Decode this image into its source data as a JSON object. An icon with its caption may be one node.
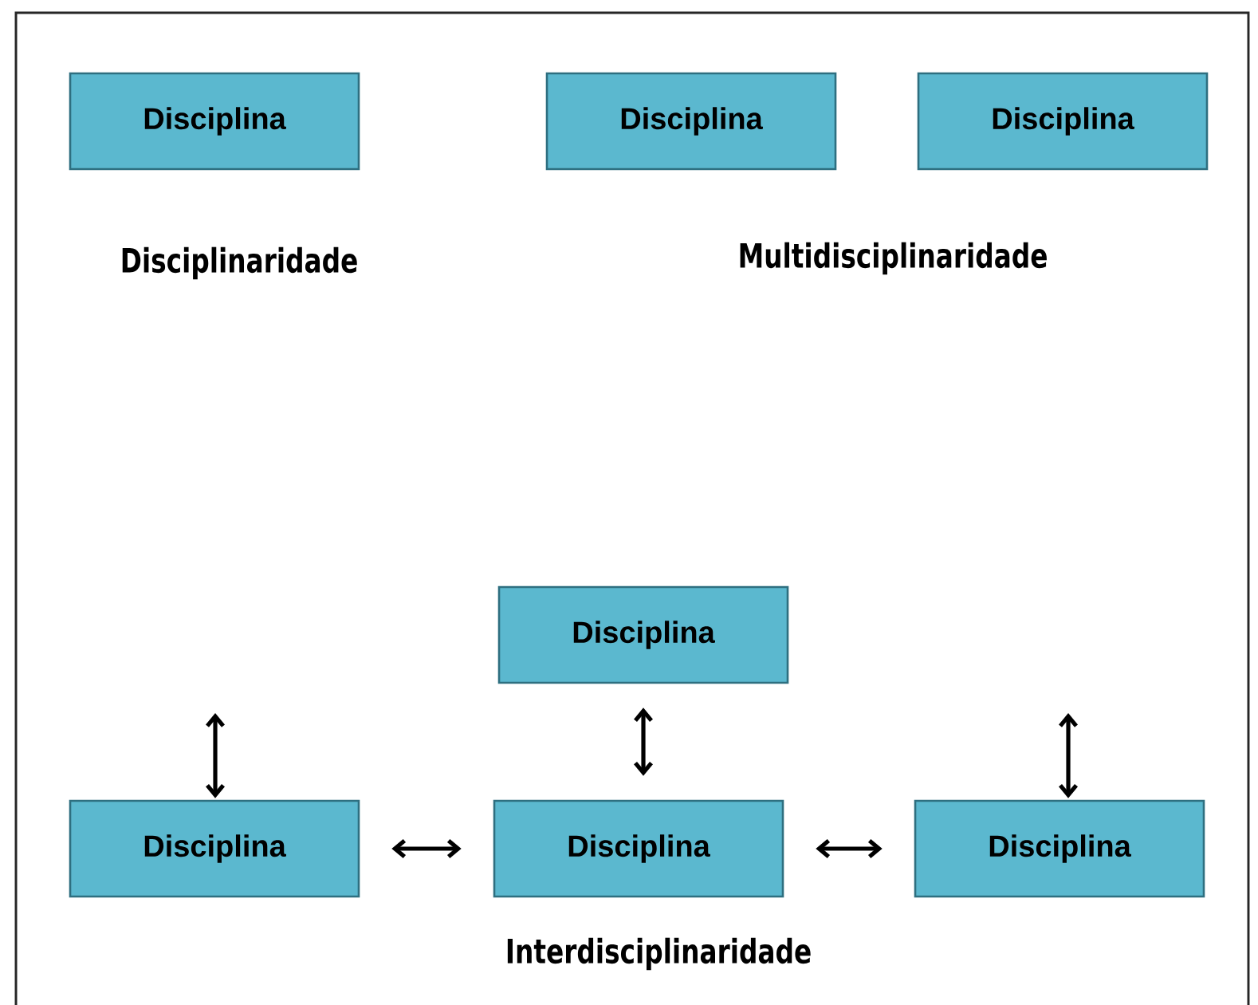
{
  "diagram": {
    "nodes": [
      {
        "text": [
          "Disciplina"
        ]
      },
      {
        "text": [
          "Disciplina"
        ]
      },
      {
        "text": [
          "Disciplina"
        ]
      },
      {
        "text": [
          "Disciplina"
        ]
      },
      {
        "text": [
          "Disciplina"
        ]
      },
      {
        "text": [
          "Disciplina"
        ]
      },
      {
        "text": [
          "Disciplina"
        ]
      }
    ],
    "edges": [
      {
        "from": null,
        "to": 4,
        "arrow": "both"
      },
      {
        "from": 3,
        "to": 5,
        "arrow": "both"
      },
      {
        "from": null,
        "to": 6,
        "arrow": "both"
      },
      {
        "from": 4,
        "to": 5,
        "arrow": "both"
      },
      {
        "from": 5,
        "to": 6,
        "arrow": "both"
      }
    ],
    "labels": [
      "Disciplinaridade",
      "Multidisciplinaridade",
      "Interdisciplinaridade"
    ]
  }
}
